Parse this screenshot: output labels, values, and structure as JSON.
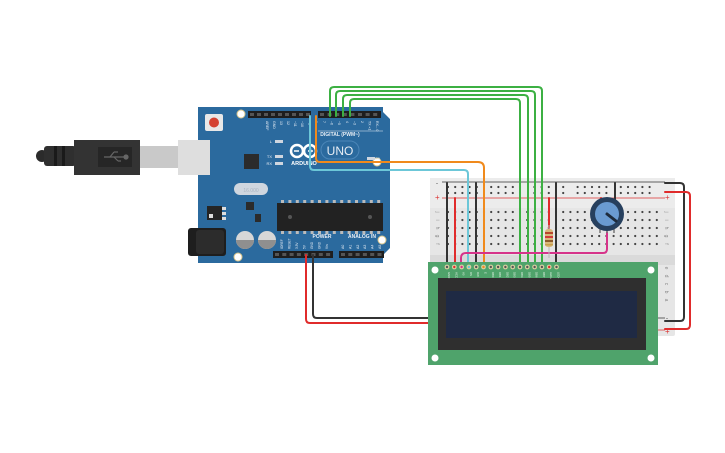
{
  "canvas": {
    "background": "#ffffff"
  },
  "arduino": {
    "name": "UNO",
    "brand": "ARDUINO",
    "digital_label": "DIGITAL (PWM~)",
    "power_label": "POWER",
    "analog_label": "ANALOG IN",
    "on_label": "ON",
    "led_labels": [
      "L",
      "TX",
      "RX"
    ],
    "digital_pins": [
      "AREF",
      "GND",
      "13",
      "12",
      "~11",
      "~10",
      "~9",
      "8",
      "7",
      "~6",
      "~5",
      "4",
      "~3",
      "2",
      "TX➝1",
      "RX←0"
    ],
    "power_pins": [
      "IOREF",
      "RESET",
      "3.3V",
      "5V",
      "GND",
      "GND",
      "Vin"
    ],
    "analog_pins": [
      "A0",
      "A1",
      "A2",
      "A3",
      "A4",
      "A5"
    ],
    "board_color": "#2b6a9e",
    "crystal_label": "16.000"
  },
  "usb_cable": {
    "icon": "usb-icon"
  },
  "breadboard": {
    "rail_minus": "-",
    "rail_plus": "+",
    "row_letters_top": [
      "j",
      "i",
      "h",
      "g",
      "f"
    ],
    "row_letters_bottom": [
      "e",
      "d",
      "c",
      "b",
      "a"
    ],
    "column_labels_visible": [
      "1",
      "5",
      "10",
      "15",
      "20",
      "25",
      "30"
    ]
  },
  "lcd": {
    "pins": [
      "GND",
      "VCC",
      "V0",
      "RS",
      "RW",
      "E",
      "DB0",
      "DB1",
      "DB2",
      "DB3",
      "DB4",
      "DB5",
      "DB6",
      "DB7",
      "LED+",
      "LED-"
    ],
    "pcb_color": "#4fa36b",
    "screen_color": "#1f2a44"
  },
  "potentiometer": {
    "knob_color": "#6a9bd1"
  },
  "resistor": {
    "bands": [
      "#b8462c",
      "#d23b3b",
      "#8c5a2b",
      "#c9a14a"
    ]
  },
  "wires": [
    {
      "name": "wire-d7-db7",
      "color": "#3cb043"
    },
    {
      "name": "wire-d6-db6",
      "color": "#3cb043"
    },
    {
      "name": "wire-d5-db5",
      "color": "#3cb043"
    },
    {
      "name": "wire-d4-db4",
      "color": "#3cb043"
    },
    {
      "name": "wire-d8-e",
      "color": "#f08a1c"
    },
    {
      "name": "wire-d9-rs",
      "color": "#6cc7d8"
    },
    {
      "name": "wire-5v",
      "color": "#e02b2b"
    },
    {
      "name": "wire-gnd",
      "color": "#333333"
    },
    {
      "name": "wire-pot-v0",
      "color": "#d6338a"
    }
  ]
}
